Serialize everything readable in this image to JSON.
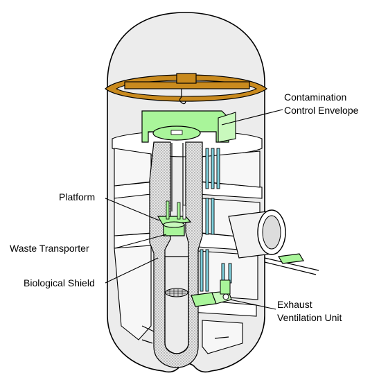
{
  "labels": {
    "contamination_line1": "Contamination",
    "contamination_line2": "Control Envelope",
    "platform": "Platform",
    "waste_transporter": "Waste Transporter",
    "biological_shield": "Biological Shield",
    "exhaust_line1": "Exhaust",
    "exhaust_line2": "Ventilation Unit"
  },
  "colors": {
    "envelope_green": "#a9f59a",
    "crane_gold": "#c98a1e",
    "pipe_cyan": "#7fd0dc",
    "vessel_grey": "#ececec"
  }
}
